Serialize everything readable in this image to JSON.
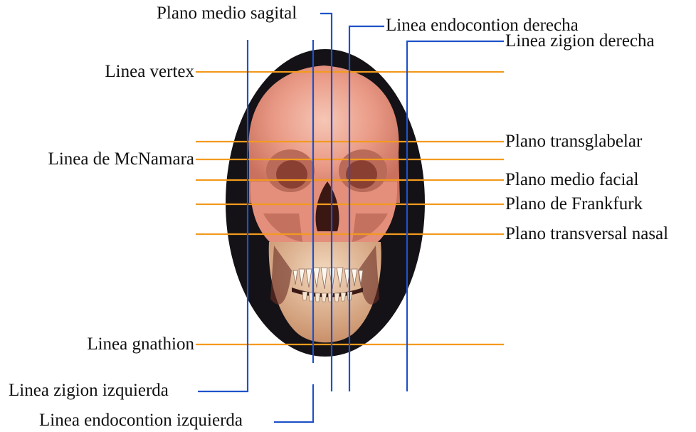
{
  "colors": {
    "horizontal_line": "#F39A1E",
    "vertical_line": "#1F52C8",
    "ellipse_background": "#141216",
    "skull_base": "#E99A86",
    "skull_dark": "#7A3A30",
    "text": "#111111"
  },
  "icons": {
    "skull": "skull-photo"
  },
  "labels": {
    "plano_medio_sagital": "Plano medio sagital",
    "linea_endocontion_derecha": "Linea endocontion derecha",
    "linea_zigion_derecha": "Linea zigion derecha",
    "linea_vertex": "Linea vertex",
    "plano_transglabelar": "Plano transglabelar",
    "linea_mcnamara": "Linea de McNamara",
    "plano_medio_facial": "Plano medio facial",
    "plano_frankfurk": "Plano de Frankfurk",
    "plano_transversal_nasal": "Plano transversal nasal",
    "linea_gnathion": "Linea gnathion",
    "linea_zigion_izquierda": "Linea zigion izquierda",
    "linea_endocontion_izquierda": "Linea endocontion izquierda"
  }
}
